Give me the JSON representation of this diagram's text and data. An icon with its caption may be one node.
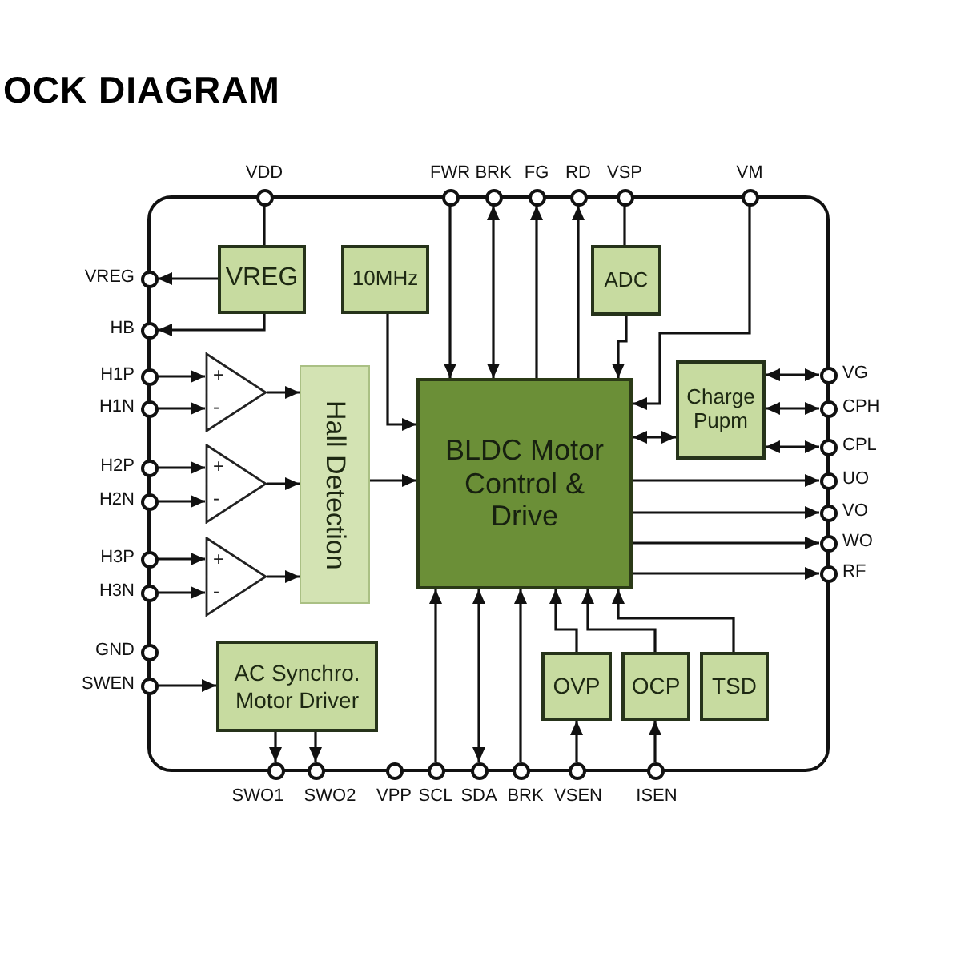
{
  "diagram": {
    "title": "OCK DIAGRAM",
    "nodes": [
      {
        "text": [],
        "shape": "circle",
        "beside": [
          "VDD"
        ]
      },
      {
        "text": [],
        "shape": "circle",
        "beside": [
          "FWR"
        ]
      },
      {
        "text": [],
        "shape": "circle",
        "beside": [
          "BRK"
        ]
      },
      {
        "text": [],
        "shape": "circle",
        "beside": [
          "FG"
        ]
      },
      {
        "text": [],
        "shape": "circle",
        "beside": [
          "RD"
        ]
      },
      {
        "text": [],
        "shape": "circle",
        "beside": [
          "VSP"
        ]
      },
      {
        "text": [],
        "shape": "circle",
        "beside": [
          "VM"
        ]
      },
      {
        "text": [],
        "shape": "circle",
        "beside": [
          "VREG"
        ]
      },
      {
        "text": [],
        "shape": "circle",
        "beside": [
          "HB"
        ]
      },
      {
        "text": [],
        "shape": "circle",
        "beside": [
          "H1P"
        ]
      },
      {
        "text": [],
        "shape": "circle",
        "beside": [
          "H1N"
        ]
      },
      {
        "text": [],
        "shape": "circle",
        "beside": [
          "H2P"
        ]
      },
      {
        "text": [],
        "shape": "circle",
        "beside": [
          "H2N"
        ]
      },
      {
        "text": [],
        "shape": "circle",
        "beside": [
          "H3P"
        ]
      },
      {
        "text": [],
        "shape": "circle",
        "beside": [
          "H3N"
        ]
      },
      {
        "text": [],
        "shape": "circle",
        "beside": [
          "GND"
        ]
      },
      {
        "text": [],
        "shape": "circle",
        "beside": [
          "SWEN"
        ]
      },
      {
        "text": [
          "VREG"
        ]
      },
      {
        "text": [
          "10MHz"
        ]
      },
      {
        "text": [
          "ADC"
        ]
      },
      {
        "text": [
          "Charge Pupm"
        ]
      },
      {
        "text": [
          "+",
          "-"
        ]
      },
      {
        "text": [
          "+",
          "-"
        ]
      },
      {
        "text": [
          "+",
          "-"
        ]
      },
      {
        "text": [
          "Hall Detection"
        ]
      },
      {
        "text": [
          "BLDC Motor Control & Drive"
        ]
      },
      {
        "text": [
          "AC Synchro. Motor Driver"
        ]
      },
      {
        "text": [
          "OVP"
        ]
      },
      {
        "text": [
          "OCP"
        ]
      },
      {
        "text": [
          "TSD"
        ]
      },
      {
        "text": [],
        "shape": "circle",
        "beside": [
          "VG"
        ]
      },
      {
        "text": [],
        "shape": "circle",
        "beside": [
          "CPH"
        ]
      },
      {
        "text": [],
        "shape": "circle",
        "beside": [
          "CPL"
        ]
      },
      {
        "text": [],
        "shape": "circle",
        "beside": [
          "UO"
        ]
      },
      {
        "text": [],
        "shape": "circle",
        "beside": [
          "VO"
        ]
      },
      {
        "text": [],
        "shape": "circle",
        "beside": [
          "WO"
        ]
      },
      {
        "text": [],
        "shape": "circle",
        "beside": [
          "RF"
        ]
      },
      {
        "text": [],
        "shape": "circle",
        "beside": [
          "SWO1"
        ]
      },
      {
        "text": [],
        "shape": "circle",
        "beside": [
          "SWO2"
        ]
      },
      {
        "text": [],
        "shape": "circle",
        "beside": [
          "VPP"
        ]
      },
      {
        "text": [],
        "shape": "circle",
        "beside": [
          "SCL"
        ]
      },
      {
        "text": [],
        "shape": "circle",
        "beside": [
          "SDA"
        ]
      },
      {
        "text": [],
        "shape": "circle",
        "beside": [
          "BRK"
        ]
      },
      {
        "text": [],
        "shape": "circle",
        "beside": [
          "VSEN"
        ]
      },
      {
        "text": [],
        "shape": "circle",
        "beside": [
          "ISEN"
        ]
      }
    ],
    "edges": [
      {
        "from": 0,
        "to": 17,
        "arrow": "none"
      },
      {
        "from": 17,
        "to": 7,
        "arrow": "to"
      },
      {
        "from": 17,
        "to": 8,
        "arrow": "to"
      },
      {
        "from": 9,
        "to": 21,
        "arrow": "to"
      },
      {
        "from": 10,
        "to": 21,
        "arrow": "to"
      },
      {
        "from": 11,
        "to": 22,
        "arrow": "to"
      },
      {
        "from": 12,
        "to": 22,
        "arrow": "to"
      },
      {
        "from": 13,
        "to": 23,
        "arrow": "to"
      },
      {
        "from": 14,
        "to": 23,
        "arrow": "to"
      },
      {
        "from": 21,
        "to": 24,
        "arrow": "to"
      },
      {
        "from": 22,
        "to": 24,
        "arrow": "to"
      },
      {
        "from": 23,
        "to": 24,
        "arrow": "to"
      },
      {
        "from": 24,
        "to": 25,
        "arrow": "to"
      },
      {
        "from": 18,
        "to": 25,
        "arrow": "to"
      },
      {
        "from": 1,
        "to": 25,
        "arrow": "to"
      },
      {
        "from": 2,
        "to": 25,
        "arrow": "both"
      },
      {
        "from": 25,
        "to": 3,
        "arrow": "to"
      },
      {
        "from": 25,
        "to": 4,
        "arrow": "to"
      },
      {
        "from": 5,
        "to": 19,
        "arrow": "none"
      },
      {
        "from": 19,
        "to": 25,
        "arrow": "to"
      },
      {
        "from": 6,
        "to": 25,
        "arrow": "to"
      },
      {
        "from": 20,
        "to": 25,
        "arrow": "both"
      },
      {
        "from": 20,
        "to": 30,
        "arrow": "both"
      },
      {
        "from": 20,
        "to": 31,
        "arrow": "both"
      },
      {
        "from": 20,
        "to": 32,
        "arrow": "both"
      },
      {
        "from": 25,
        "to": 33,
        "arrow": "to"
      },
      {
        "from": 25,
        "to": 34,
        "arrow": "to"
      },
      {
        "from": 25,
        "to": 35,
        "arrow": "to"
      },
      {
        "from": 25,
        "to": 36,
        "arrow": "to"
      },
      {
        "from": 16,
        "to": 26,
        "arrow": "to"
      },
      {
        "from": 26,
        "to": 37,
        "arrow": "to"
      },
      {
        "from": 26,
        "to": 38,
        "arrow": "to"
      },
      {
        "from": 40,
        "to": 25,
        "arrow": "to"
      },
      {
        "from": 41,
        "to": 25,
        "arrow": "both"
      },
      {
        "from": 42,
        "to": 25,
        "arrow": "to"
      },
      {
        "from": 43,
        "to": 27,
        "arrow": "to"
      },
      {
        "from": 44,
        "to": 28,
        "arrow": "to"
      },
      {
        "from": 27,
        "to": 25,
        "arrow": "to"
      },
      {
        "from": 28,
        "to": 25,
        "arrow": "to"
      },
      {
        "from": 29,
        "to": 25,
        "arrow": "to"
      }
    ]
  }
}
